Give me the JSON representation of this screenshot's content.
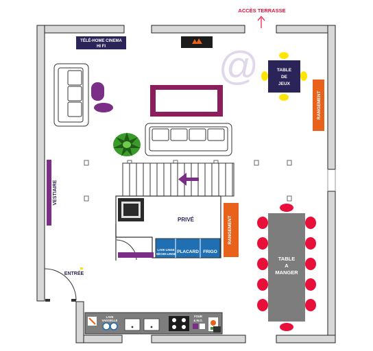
{
  "labels": {
    "terrace": "ACCÈS TERRASSE",
    "tv": "TÉLÉ-HOME CINEMA",
    "hifi": "HI FI",
    "games_table": [
      "TABLE",
      "DE",
      "JEUX"
    ],
    "storage_right": "RANGEMENT",
    "storage_middle": "RANGEMENT",
    "cloakroom": "VESTIAIRE",
    "private": "PRIVÉ",
    "washer": [
      "LAVE-LINGE",
      "SÈCHE-LINGE"
    ],
    "closet": "PLACARD",
    "fridge": "FRIGO",
    "dining_table": [
      "TABLE",
      "A",
      "MANGER"
    ],
    "entrance": "ENTRÉE",
    "dishwasher": [
      "LAVE",
      "VAISSELLE"
    ],
    "oven": [
      "FOUR",
      "& M.O."
    ],
    "at_sign": "@"
  },
  "colors": {
    "navy": "#2b2458",
    "purple": "#7a2e86",
    "magenta": "#8b1e5b",
    "orange": "#e8621c",
    "blue": "#1f6fb2",
    "gray": "#7d7d7d",
    "red": "#e8103a",
    "yellow": "#ffe600",
    "wall": "#d8d8d8",
    "plant": "#3a9a2a"
  },
  "icons": {
    "terrace_arrow": "arrow-up-icon",
    "stairs_arrow": "arrow-left-icon",
    "at_sign": "at-sign-watermark"
  }
}
